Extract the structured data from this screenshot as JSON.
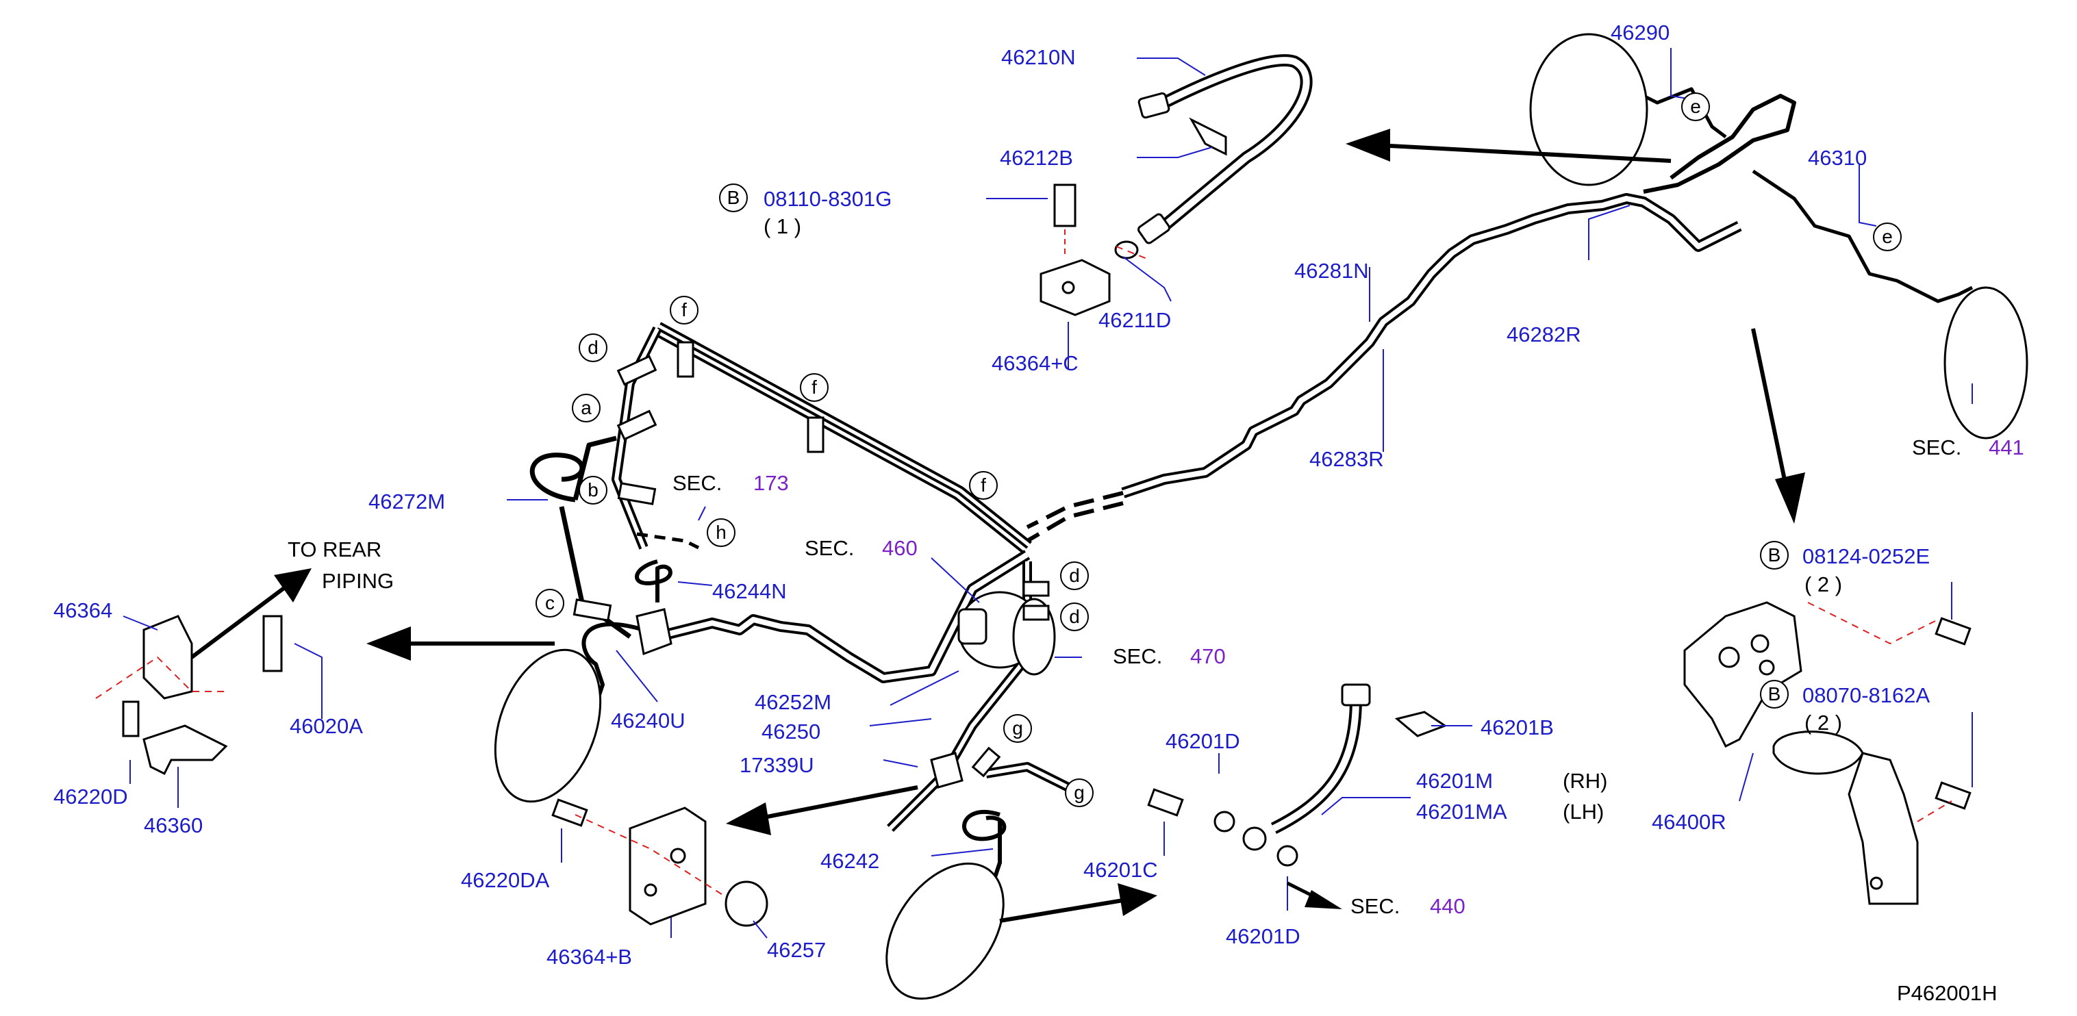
{
  "colors": {
    "part_number": "#1c1cc8",
    "section_ref": "#7a22c8",
    "text": "#000000",
    "leader": "#1c1cc8",
    "guide": "#e02020"
  },
  "labels": {
    "p46210N": "46210N",
    "p46212B": "46212B",
    "bolt_b1_part": "08110-8301G",
    "bolt_b1_qty": "( 1 )",
    "p46364C": "46364+C",
    "p46211D": "46211D",
    "p46290": "46290",
    "p46310": "46310",
    "p46281N": "46281N",
    "p46282R": "46282R",
    "p46283R": "46283R",
    "sec441_text": "SEC.",
    "sec441_num": "441",
    "p46272M": "46272M",
    "sec173_text": "SEC.",
    "sec173_num": "173",
    "to_rear_line1": "TO REAR",
    "to_rear_line2": "PIPING",
    "sec460_text": "SEC.",
    "sec460_num": "460",
    "p46244N": "46244N",
    "p46364": "46364",
    "p46020A": "46020A",
    "p46240U": "46240U",
    "p46220D": "46220D",
    "p46360": "46360",
    "p46252M": "46252M",
    "p46250": "46250",
    "p17339U": "17339U",
    "sec470_text": "SEC.",
    "sec470_num": "470",
    "p46242": "46242",
    "p46220DA": "46220DA",
    "p46364B": "46364+B",
    "p46257": "46257",
    "p46201D_top": "46201D",
    "p46201B": "46201B",
    "p46201M": "46201M",
    "p46201MA": "46201MA",
    "rh": "(RH)",
    "lh": "(LH)",
    "p46201C": "46201C",
    "p46201D_bottom": "46201D",
    "sec440_text": "SEC.",
    "sec440_num": "440",
    "bolt_b2_part": "08124-0252E",
    "bolt_b2_qty": "( 2 )",
    "bolt_b3_part": "08070-8162A",
    "bolt_b3_qty": "( 2 )",
    "p46400R": "46400R",
    "diagram_id": "P462001H"
  },
  "callouts": {
    "b": "B",
    "a": "a",
    "b_small": "b",
    "c": "c",
    "d": "d",
    "e": "e",
    "f": "f",
    "g": "g",
    "h": "h"
  }
}
